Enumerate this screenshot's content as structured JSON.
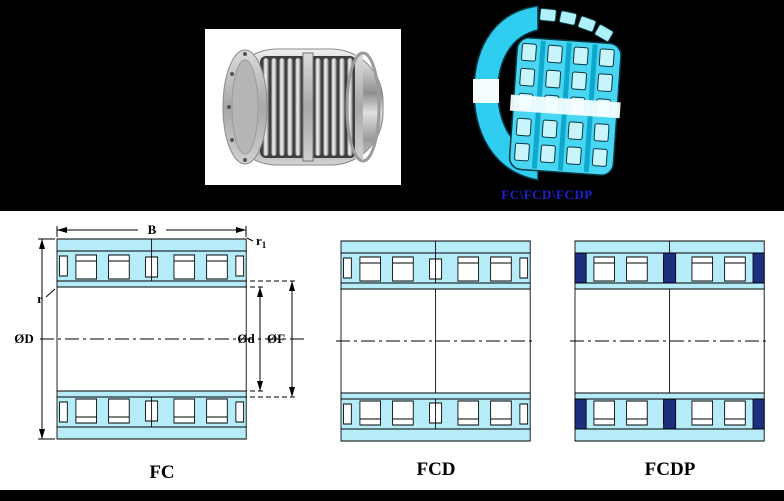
{
  "top": {
    "caption": "FC\\FCD\\FCDP"
  },
  "drawings": {
    "items": [
      {
        "id": "fc",
        "label": "FC"
      },
      {
        "id": "fcd",
        "label": "FCD"
      },
      {
        "id": "fcdp",
        "label": "FCDP"
      }
    ],
    "dims": {
      "B": "B",
      "r1_base": "r",
      "r1_sub": "1",
      "r": "r",
      "OD": "ØD",
      "Od": "Ød",
      "OF": "ØF"
    }
  },
  "colors": {
    "background": "#000000",
    "paper": "#ffffff",
    "section_cyan": "#b6ecf8",
    "render_cyan": "#3fd2f0",
    "navy": "#1b2f7e",
    "caption_blue": "#1f1fd4"
  }
}
